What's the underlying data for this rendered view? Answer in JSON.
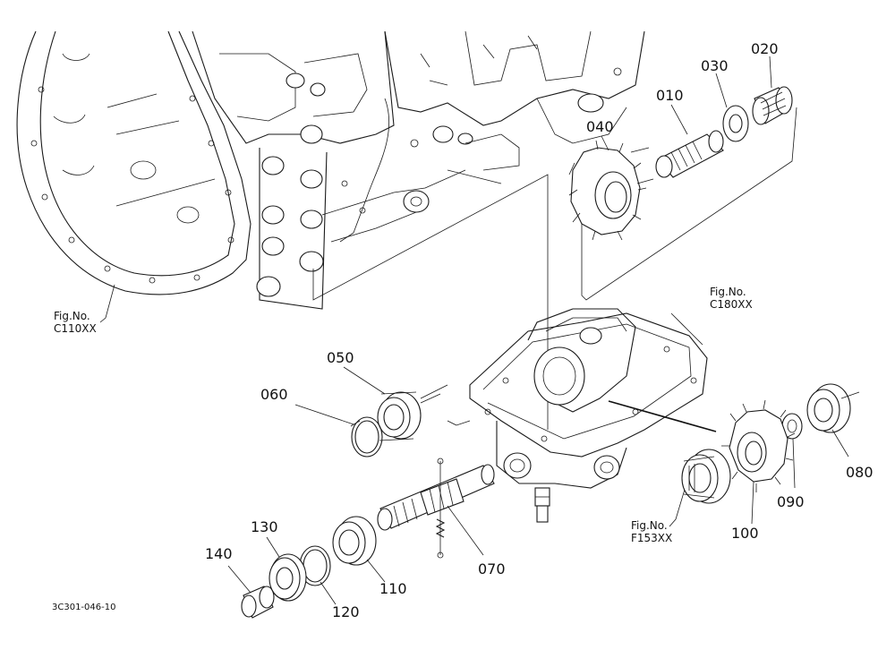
{
  "parts": [
    {
      "id": "p010",
      "label": "010"
    },
    {
      "id": "p020",
      "label": "020"
    },
    {
      "id": "p030",
      "label": "030"
    },
    {
      "id": "p040",
      "label": "040"
    },
    {
      "id": "p050",
      "label": "050"
    },
    {
      "id": "p060",
      "label": "060"
    },
    {
      "id": "p070",
      "label": "070"
    },
    {
      "id": "p080",
      "label": "080"
    },
    {
      "id": "p090",
      "label": "090"
    },
    {
      "id": "p100",
      "label": "100"
    },
    {
      "id": "p110",
      "label": "110"
    },
    {
      "id": "p120",
      "label": "120"
    },
    {
      "id": "p130",
      "label": "130"
    },
    {
      "id": "p140",
      "label": "140"
    }
  ],
  "fig_refs": [
    {
      "id": "c110",
      "line1": "Fig.No.",
      "line2": "C110XX"
    },
    {
      "id": "c180",
      "line1": "Fig.No.",
      "line2": "C180XX"
    },
    {
      "id": "f153",
      "line1": "Fig.No.",
      "line2": "F153XX"
    }
  ],
  "drawing_code": "3C301-046-10"
}
